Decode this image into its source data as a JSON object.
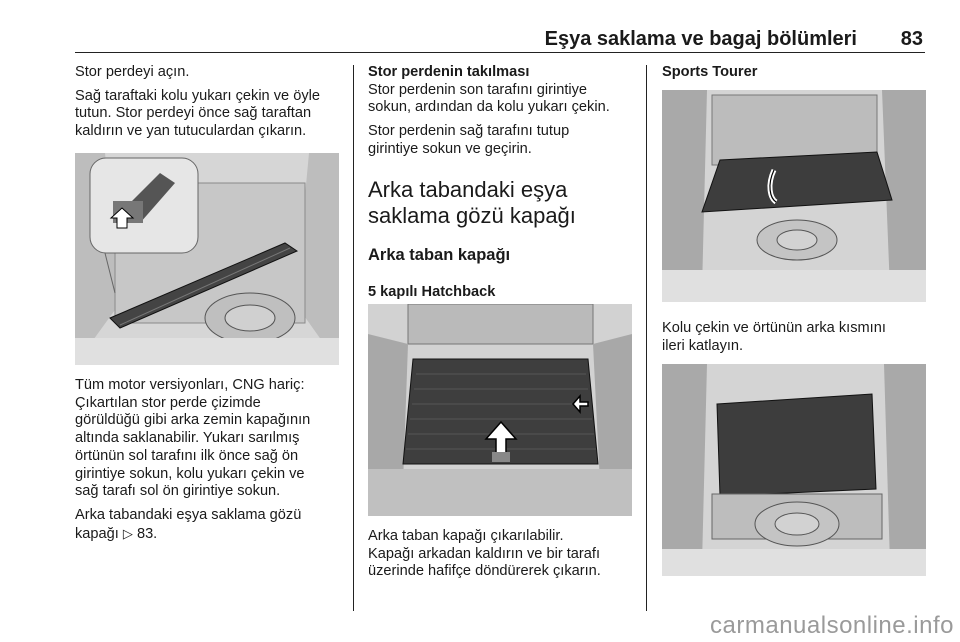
{
  "header": {
    "title": "Eşya saklama ve bagaj bölümleri",
    "page_number": "83"
  },
  "col1": {
    "p1": "Stor perdeyi açın.",
    "p2_l1": "Sağ taraftaki kolu yukarı çekin ve öyle",
    "p2_l2": "tutun. Stor perdeyi önce sağ taraftan",
    "p2_l3": "kaldırın ve yan tutuculardan çıkarın.",
    "p3_l1": "Tüm motor versiyonları, CNG hariç:",
    "p3_l2": "Çıkartılan stor perde çizimde",
    "p3_l3": "görüldüğü gibi arka zemin kapağının",
    "p3_l4": "altında saklanabilir. Yukarı sarılmış",
    "p3_l5": "örtünün sol tarafını ilk önce sağ ön",
    "p3_l6": "girintiye sokun, kolu yukarı çekin ve",
    "p3_l7": "sağ tarafı sol ön girintiye sokun.",
    "p4_l1": "Arka tabandaki eşya saklama gözü",
    "p4_l2a": "kapağı",
    "p4_ref_icon": "arrow-ref-icon",
    "p4_l2b": "83."
  },
  "col2": {
    "subheading": "Stor perdenin takılması",
    "p1_l1": "Stor perdenin son tarafını girintiye",
    "p1_l2": "sokun, ardından da kolu yukarı çekin.",
    "p2_l1": "Stor perdenin sağ tarafını tutup",
    "p2_l2": "girintiye sokun ve geçirin.",
    "h1_l1": "Arka tabandaki eşya",
    "h1_l2": "saklama gözü kapağı",
    "h2": "Arka taban kapağı",
    "h3": "5 kapılı Hatchback",
    "p3_l1": "Arka taban kapağı çıkarılabilir.",
    "p3_l2": "Kapağı arkadan kaldırın ve bir tarafı",
    "p3_l3": "üzerinde hafifçe döndürerek çıkarın."
  },
  "col3": {
    "subheading": "Sports Tourer",
    "p1_l1": "Kolu çekin ve örtünün arka kısmını",
    "p1_l2": "ileri katlayın."
  },
  "watermark": "carmanualsonline.info"
}
